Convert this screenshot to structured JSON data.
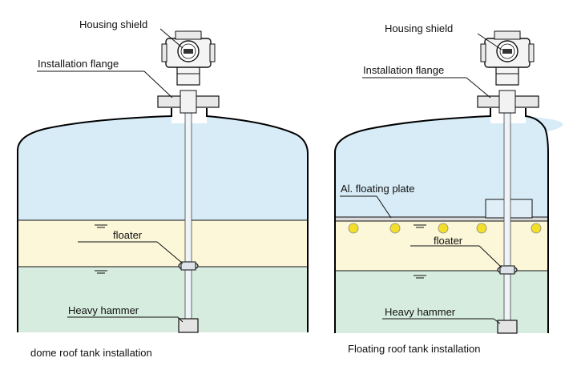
{
  "left": {
    "caption": "dome roof tank installation",
    "labels": {
      "housing_shield": "Housing shield",
      "installation_flange": "Installation flange",
      "floater": "floater",
      "heavy_hammer": "Heavy hammer"
    }
  },
  "right": {
    "caption": "Floating roof tank installation",
    "labels": {
      "housing_shield": "Housing shield",
      "installation_flange": "Installation flange",
      "floating_plate": "Al. floating plate",
      "floater": "floater",
      "heavy_hammer": "Heavy hammer"
    }
  },
  "colors": {
    "air": "#d7ecf7",
    "oil": "#fbf7d8",
    "water": "#d6ecdf",
    "ball": "#f3df2a",
    "plate": "#d8d8d8"
  }
}
